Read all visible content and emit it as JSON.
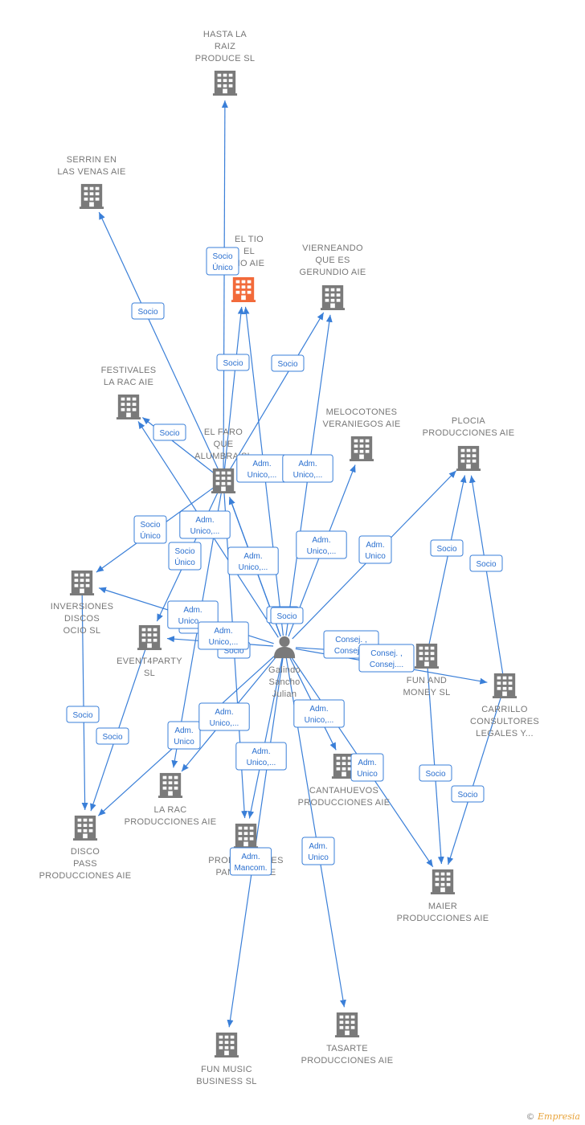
{
  "colors": {
    "edge": "#3a7fd8",
    "building": "#7a7a7a",
    "highlight": "#f26a3a",
    "person": "#7a7a7a"
  },
  "nodes": [
    {
      "id": "hasta",
      "type": "company",
      "label": [
        "HASTA LA",
        "RAIZ",
        "PRODUCE  SL"
      ]
    },
    {
      "id": "serrin",
      "type": "company",
      "label": [
        "SERRIN EN",
        "LAS VENAS AIE"
      ]
    },
    {
      "id": "tio",
      "type": "company",
      "highlight": true,
      "label": [
        "EL TIO",
        "EL",
        "NO AIE"
      ]
    },
    {
      "id": "vierneando",
      "type": "company",
      "label": [
        "VIERNEANDO",
        "QUE ES",
        "GERUNDIO AIE"
      ]
    },
    {
      "id": "festivales",
      "type": "company",
      "label": [
        "FESTIVALES",
        "LA RAC AIE"
      ]
    },
    {
      "id": "faro",
      "type": "company",
      "label": [
        "EL FARO",
        "QUE",
        "ALUMBRA  SL"
      ]
    },
    {
      "id": "melocotones",
      "type": "company",
      "label": [
        "MELOCOTONES",
        "VERANIEGOS AIE"
      ]
    },
    {
      "id": "plocia",
      "type": "company",
      "label": [
        "PLOCIA",
        "PRODUCCIONES AIE"
      ]
    },
    {
      "id": "inversiones",
      "type": "company",
      "label": [
        "INVERSIONES",
        "DISCOS",
        "OCIO  SL"
      ]
    },
    {
      "id": "event",
      "type": "company",
      "label": [
        "EVENT4PARTY",
        "SL"
      ]
    },
    {
      "id": "person",
      "type": "person",
      "label": [
        "Galindo",
        "Sancho",
        "Julian"
      ]
    },
    {
      "id": "funmoney",
      "type": "company",
      "label": [
        "FUN AND",
        "MONEY  SL"
      ]
    },
    {
      "id": "carrillo",
      "type": "company",
      "label": [
        "CARRILLO",
        "CONSULTORES",
        "LEGALES Y..."
      ]
    },
    {
      "id": "cantahuevos",
      "type": "company",
      "label": [
        "CANTAHUEVOS",
        "PRODUCCIONES AIE"
      ]
    },
    {
      "id": "larac",
      "type": "company",
      "label": [
        "LA RAC",
        "PRODUCCIONES AIE"
      ]
    },
    {
      "id": "disco",
      "type": "company",
      "label": [
        "DISCO",
        "PASS",
        "PRODUCCIONES AIE"
      ]
    },
    {
      "id": "pantano",
      "type": "company",
      "label": [
        "PRODUCCIONES",
        "PANTANO AIE"
      ]
    },
    {
      "id": "maier",
      "type": "company",
      "label": [
        "MAIER",
        "PRODUCCIONES AIE"
      ]
    },
    {
      "id": "tasarte",
      "type": "company",
      "label": [
        "TASARTE",
        "PRODUCCIONES AIE"
      ]
    },
    {
      "id": "funmusic",
      "type": "company",
      "label": [
        "FUN MUSIC",
        "BUSINESS  SL"
      ]
    }
  ],
  "edges": [
    {
      "from": "faro",
      "to": "hasta",
      "label": [
        "Socio",
        "Único"
      ]
    },
    {
      "from": "faro",
      "to": "serrin",
      "label": [
        "Socio"
      ]
    },
    {
      "from": "faro",
      "to": "tio",
      "label": [
        "Socio"
      ]
    },
    {
      "from": "faro",
      "to": "vierneando",
      "label": [
        "Socio"
      ]
    },
    {
      "from": "faro",
      "to": "festivales",
      "label": [
        "Socio"
      ]
    },
    {
      "from": "faro",
      "to": "inversiones",
      "label": [
        "Socio",
        "Único"
      ]
    },
    {
      "from": "faro",
      "to": "event",
      "label": [
        "Socio",
        "Único"
      ]
    },
    {
      "from": "faro",
      "to": "larac",
      "label": [
        "Socio"
      ]
    },
    {
      "from": "faro",
      "to": "pantano",
      "label": [
        "Socio"
      ]
    },
    {
      "from": "person",
      "to": "faro",
      "label": [
        "Adm.",
        "Unico,..."
      ]
    },
    {
      "from": "person",
      "to": "tio",
      "label": [
        "Adm.",
        "Unico,..."
      ]
    },
    {
      "from": "person",
      "to": "vierneando",
      "label": [
        "Adm.",
        "Unico,..."
      ]
    },
    {
      "from": "person",
      "to": "festivales",
      "label": [
        "Adm.",
        "Unico,..."
      ]
    },
    {
      "from": "person",
      "to": "melocotones",
      "label": [
        "Adm.",
        "Unico,..."
      ]
    },
    {
      "from": "person",
      "to": "plocia",
      "label": [
        "Adm.",
        "Unico"
      ]
    },
    {
      "from": "person",
      "to": "inversiones",
      "label": [
        "Adm.",
        "Unico,..."
      ]
    },
    {
      "from": "person",
      "to": "event",
      "label": [
        "Adm.",
        "Unico,..."
      ]
    },
    {
      "from": "person",
      "to": "funmoney",
      "label": [
        "Consej. ,",
        "Consej...."
      ]
    },
    {
      "from": "person",
      "to": "carrillo",
      "label": [
        "Consej. ,",
        "Consej...."
      ]
    },
    {
      "from": "person",
      "to": "cantahuevos",
      "label": [
        "Adm.",
        "Unico,..."
      ]
    },
    {
      "from": "person",
      "to": "larac",
      "label": [
        "Adm.",
        "Unico"
      ]
    },
    {
      "from": "person",
      "to": "disco",
      "label": [
        "Adm.",
        "Unico,..."
      ]
    },
    {
      "from": "person",
      "to": "pantano",
      "label": [
        "Adm.",
        "Unico,..."
      ]
    },
    {
      "from": "person",
      "to": "maier",
      "label": [
        "Adm.",
        "Unico"
      ]
    },
    {
      "from": "person",
      "to": "tasarte",
      "label": [
        "Adm.",
        "Unico"
      ]
    },
    {
      "from": "person",
      "to": "funmusic",
      "label": [
        "Adm.",
        "Mancom."
      ]
    },
    {
      "from": "person",
      "to": "faro",
      "label": [
        "Socio"
      ]
    },
    {
      "from": "person",
      "to": "faro",
      "label": [
        "Socio"
      ]
    },
    {
      "from": "funmoney",
      "to": "plocia",
      "label": [
        "Socio"
      ]
    },
    {
      "from": "carrillo",
      "to": "plocia",
      "label": [
        "Socio"
      ]
    },
    {
      "from": "funmoney",
      "to": "maier",
      "label": [
        "Socio"
      ]
    },
    {
      "from": "carrillo",
      "to": "maier",
      "label": [
        "Socio"
      ]
    },
    {
      "from": "inversiones",
      "to": "disco",
      "label": [
        "Socio"
      ]
    },
    {
      "from": "event",
      "to": "disco",
      "label": [
        "Socio"
      ]
    }
  ],
  "footer": {
    "copyright": "©",
    "brand": "Empresia"
  }
}
